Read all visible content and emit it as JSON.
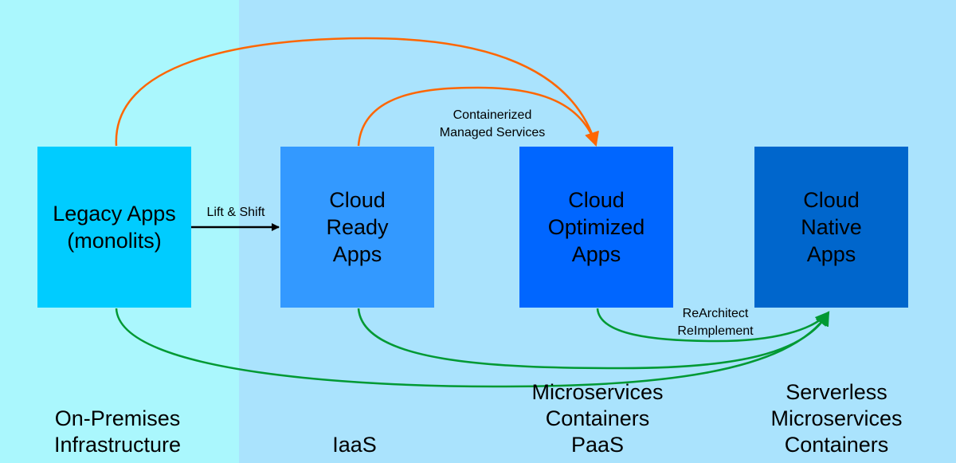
{
  "boxes": {
    "legacy": "Legacy Apps\n(monolits)",
    "ready": "Cloud\nReady\nApps",
    "optimized": "Cloud\nOptimized\nApps",
    "native": "Cloud\nNative\nApps"
  },
  "arrow_labels": {
    "lift_shift": "Lift & Shift",
    "containerized": "Containerized\nManaged Services",
    "rearchitect": "ReArchitect\nReImplement"
  },
  "zones": {
    "onprem": "On-Premises\nInfrastructure",
    "iaas": "IaaS",
    "paas": "Microservices\nContainers\nPaaS",
    "serverless": "Serverless\nMicroservices\nContainers"
  },
  "colors": {
    "onprem_bg": "#aaf7fd",
    "cloud_bg": "#aae3fd",
    "legacy": "#00ccff",
    "ready": "#3399ff",
    "optimized": "#0066ff",
    "native": "#0066cc",
    "orange_arrow": "#ff6600",
    "green_arrow": "#009933"
  }
}
